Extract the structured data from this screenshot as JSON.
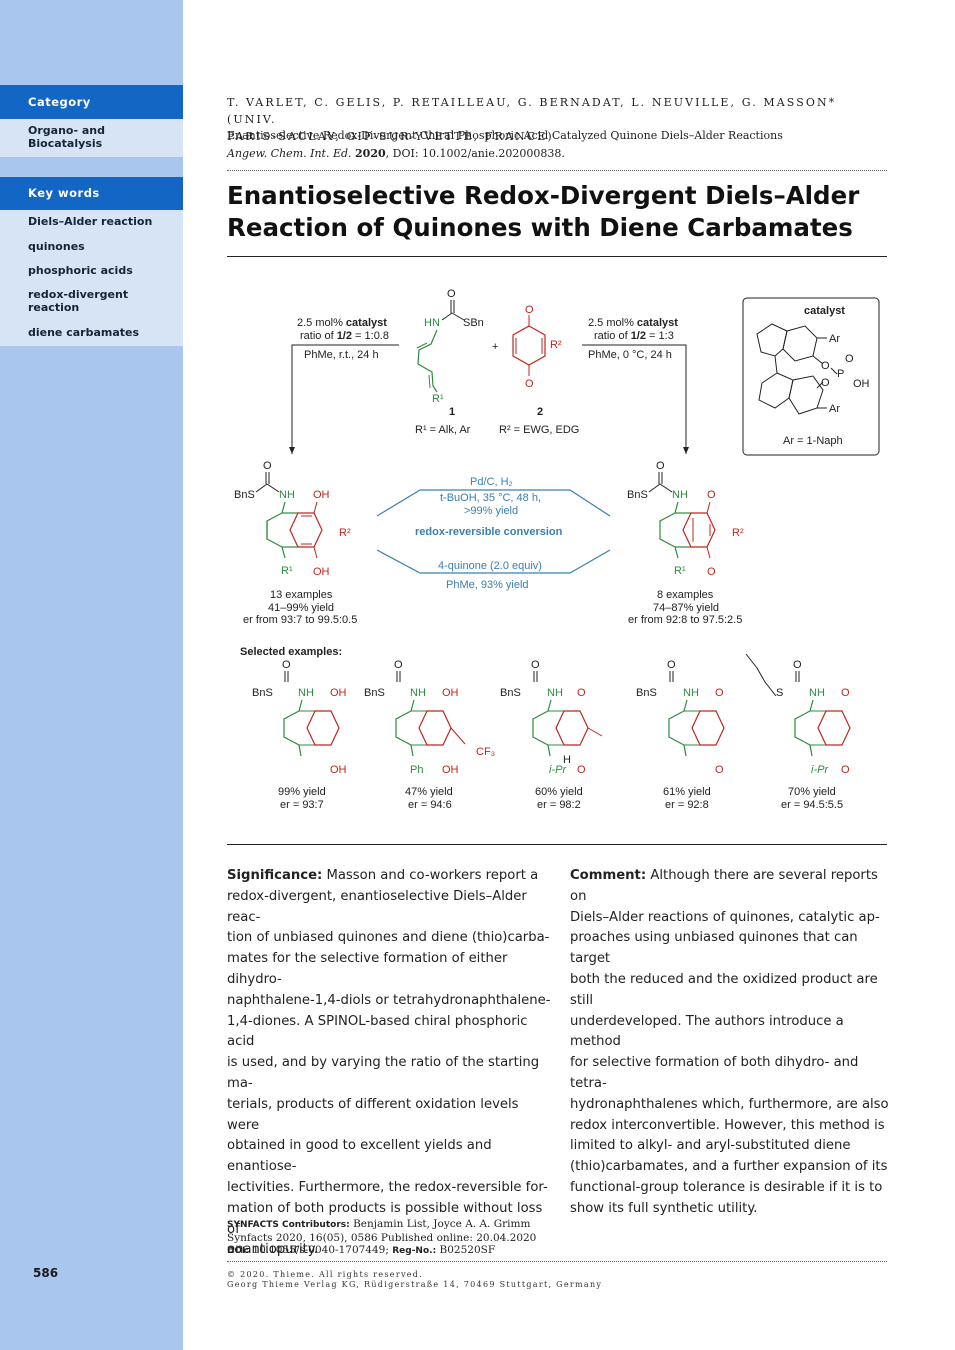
{
  "sidebar": {
    "category_heading": "Category",
    "category_value_line1": "Organo- and",
    "category_value_line2": "Biocatalysis",
    "keywords_heading": "Key words",
    "keywords": [
      "Diels–Alder reaction",
      "quinones",
      "phosphoric acids",
      "redox-divergent",
      "reaction",
      "diene carbamates"
    ],
    "page_number": "586"
  },
  "header": {
    "authors_line1": "T. VARLET, C. GELIS, P. RETAILLEAU, G. BERNADAT, L. NEUVILLE, G. MASSON* (UNIV.",
    "authors_line2": "PARIS-SACLAY, GIF-SUR-YVETTE, FRANCE)",
    "paper_title": "Enantioselective Redox-Divergent Chiral Phosphoric Acid Catalyzed Quinone Diels–Alder Reactions",
    "journal": "Angew. Chem. Int. Ed.",
    "year": "2020",
    "doi": ", DOI: 10.1002/anie.202000838."
  },
  "article": {
    "title_line1": "Enantioselective Redox-Divergent Diels–Alder",
    "title_line2": "Reaction of Quinones with Diene Carbamates"
  },
  "scheme": {
    "left_cond_1a": "2.5 mol% ",
    "left_cond_1b": "catalyst",
    "left_cond_2a": "ratio of ",
    "left_cond_2b": "1/2",
    "left_cond_2c": " = 1:0.8",
    "left_cond_3": "PhMe, r.t., 24 h",
    "right_cond_1a": "2.5 mol% ",
    "right_cond_1b": "catalyst",
    "right_cond_2a": "ratio of ",
    "right_cond_2b": "1/2",
    "right_cond_2c": " = 1:3",
    "right_cond_3": "PhMe, 0 °C, 24 h",
    "plus": "+",
    "cmpd1": "1",
    "cmpd2": "2",
    "r1_def": "R¹ = Alk, Ar",
    "r2_def": "R² = EWG, EDG",
    "catalyst_label": "catalyst",
    "ar_def": "Ar = 1-Naph",
    "top_arrow_1": "Pd/C, H₂",
    "top_arrow_2": "t-BuOH, 35 °C, 48 h,",
    "top_arrow_3": ">99% yield",
    "middle_label": "redox-reversible conversion",
    "bottom_arrow_1": "4-quinone (2.0 equiv)",
    "bottom_arrow_2": "PhMe, 93% yield",
    "left_prod_1": "13 examples",
    "left_prod_2": "41–99% yield",
    "left_prod_3": "er from 93:7 to 99.5:0.5",
    "right_prod_1": "8 examples",
    "right_prod_2": "74–87% yield",
    "right_prod_3": "er from 92:8 to 97.5:2.5",
    "selected_label": "Selected examples:",
    "examples": [
      {
        "yield": "99% yield",
        "er": "er = 93:7"
      },
      {
        "yield": "47% yield",
        "er": "er = 94:6"
      },
      {
        "yield": "60% yield",
        "er": "er = 98:2"
      },
      {
        "yield": "61% yield",
        "er": "er = 92:8"
      },
      {
        "yield": "70% yield",
        "er": "er = 94.5:5.5"
      }
    ],
    "labels": {
      "O": "O",
      "NH": "NH",
      "HN": "HN",
      "OH": "OH",
      "SBn": "SBn",
      "BnS": "BnS",
      "S": "S",
      "R1": "R¹",
      "R2": "R²",
      "Ar": "Ar",
      "P": "P",
      "Ph": "Ph",
      "CF3": "CF₃",
      "iPr": "i-Pr",
      "H": "H"
    }
  },
  "body": {
    "significance_label": "Significance:",
    "significance_lines": [
      " Masson and co-workers report a",
      "redox-divergent, enantioselective Diels–Alder reac-",
      "tion of unbiased quinones and diene (thio)carba-",
      "mates for the selective formation of either dihydro-",
      "naphthalene-1,4-diols or tetrahydronaphthalene-",
      "1,4-diones. A SPINOL-based chiral phosphoric acid",
      "is used, and by varying the ratio of the starting ma-",
      "terials, products of different oxidation levels were",
      "obtained in good to excellent yields and enantiose-",
      "lectivities. Furthermore, the redox-reversible for-",
      "mation of both products is possible without loss of",
      "enantiopurity."
    ],
    "comment_label": "Comment:",
    "comment_lines": [
      " Although there are several reports on",
      "Diels–Alder reactions of quinones, catalytic ap-",
      "proaches using unbiased quinones that can target",
      "both the reduced and the oxidized product are still",
      "underdeveloped. The authors introduce a method",
      "for selective formation of both dihydro- and tetra-",
      "hydronaphthalenes which, furthermore, are also",
      "redox interconvertible. However, this method is",
      "limited to alkyl- and aryl-substituted diene",
      "(thio)carbamates, and a further expansion of its",
      "functional-group tolerance is desirable if it is to",
      "show its full synthetic utility."
    ]
  },
  "footer": {
    "contributors_label": "SYNFACTS Contributors:",
    "contributors": " Benjamin List, Joyce A. A. Grimm",
    "citation": "Synfacts  2020, 16(05), 0586     Published online: 20.04.2020",
    "doi_label": "DOI:",
    "doi": " 10.1055/s-0040-1707449; ",
    "reg_label": "Reg-No.:",
    "reg": " B02520SF",
    "copyright_1": "© 2020. Thieme. All rights reserved.",
    "copyright_2": "Georg Thieme Verlag KG, Rüdigerstraße 14, 70469 Stuttgart, Germany"
  },
  "colors": {
    "sidebar": "#a9c7ee",
    "sidebar_heading": "#1466c4",
    "sidebar_box": "#d6e4f6",
    "green": "#2e8b3e",
    "red": "#c0261f",
    "arrow_blue": "#3a7fb0"
  }
}
